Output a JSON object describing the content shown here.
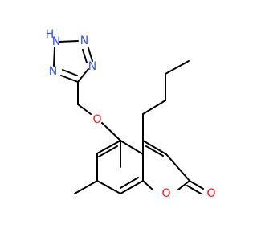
{
  "molecule": {
    "atom_colors": {
      "O": "#ff0d0d",
      "N": "#3050f8",
      "C": "#000000"
    },
    "atoms": [
      {
        "id": "N1",
        "element": "N",
        "label": "N"
      },
      {
        "id": "N1H",
        "element": "N",
        "label": "H"
      },
      {
        "id": "N2",
        "element": "N",
        "label": "N"
      },
      {
        "id": "N3",
        "element": "N",
        "label": "N"
      },
      {
        "id": "N4",
        "element": "N",
        "label": "N"
      },
      {
        "id": "O1",
        "element": "O",
        "label": "O"
      },
      {
        "id": "O2",
        "element": "O",
        "label": "O"
      },
      {
        "id": "O3",
        "element": "O",
        "label": "O"
      }
    ]
  }
}
